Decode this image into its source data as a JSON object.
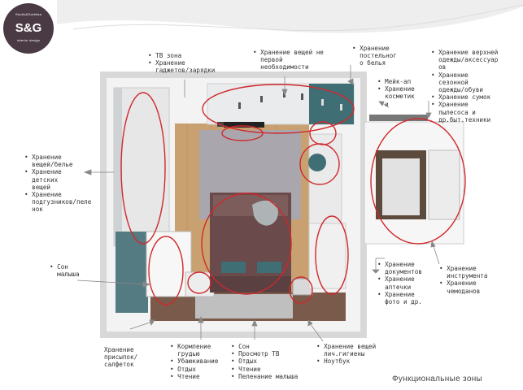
{
  "logo": {
    "top_text": "Studio&Gorbitsa",
    "brand": "S&G",
    "bottom_text": "interior design"
  },
  "caption": "Функциональные зоны",
  "labels": {
    "tv_zone": "• ТВ зона\n• Хранение\n  гаджетов/зарядки",
    "not_first_need": "• Хранение вещей не\n  первой\n  необходимости",
    "bed_linen": "• Хранение\n  постельног\n  о белья",
    "outerwear": "• Хранение верхней\n  одежды/аксессуар\n  ов\n• Хранение\n  сезонной\n  одежды/обуви\n• Хранение сумок\n• Хранение\n  пылесоса и\n  др.быт.техники",
    "makeup": "• Мейк-ап\n• Хранение\n  косметик\n  и",
    "left_storage": "• Хранение\n  вещей/белье\n• Хранение\n  детских\n  вещей\n• Хранение\n  подгузников/пеле\n  нок",
    "baby_sleep": "• Сон\n  малыша",
    "powders": "Хранение\nприсыпок/\nсалфеток",
    "feeding": "• Кормление\n  грудью\n• Убаюкивание\n• Отдых\n• Чтение",
    "sleep_tv": "• Сон\n• Просмотр ТВ\n• Отдых\n• Чтение\n• Пеленание малыша",
    "hygiene": "• Хранение вещей\n  лич.гигиены\n• Ноутбук",
    "documents": "• Хранение\n  документов\n• Хранение\n  аптечки\n• Хранение\n  фото и др.",
    "tools": "• Хранение\n  инструмента\n• Хранение\n  чемоданов"
  },
  "colors": {
    "annotation_ring": "#d0282c",
    "leader_line": "#888888",
    "logo_bg": "#4a3a44",
    "accent_teal": "#3f6f75"
  }
}
